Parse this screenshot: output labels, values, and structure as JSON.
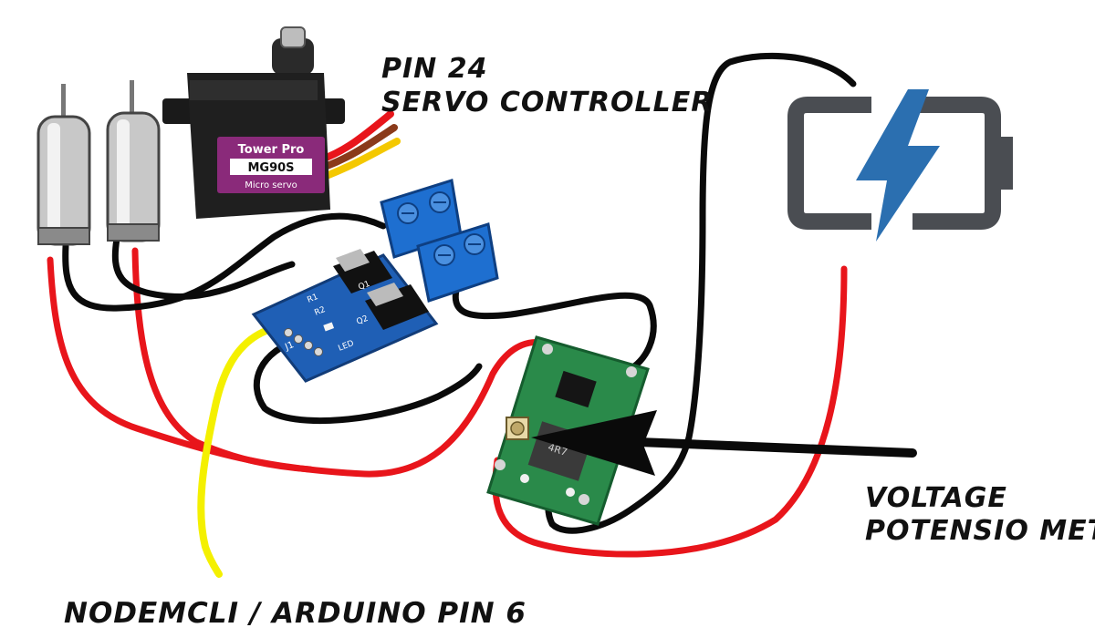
{
  "labels": {
    "servo_pin_line1": "PIN 24",
    "servo_pin_line2": "SERVO CONTROLLER",
    "pot_line1": "VOLTAGE",
    "pot_line2": "POTENSIO METER",
    "mcu": "NODEMCLI / ARDUINO PIN 6"
  },
  "servo": {
    "brand": "Tower Pro",
    "model": "MG90S",
    "subtitle": "Micro servo"
  },
  "mosfet_board": {
    "q1": "Q1",
    "q2": "Q2",
    "j1": "J1",
    "led": "LED",
    "r1": "R1",
    "r2": "R2"
  },
  "buck_board": {
    "chip_mark": "4R7"
  },
  "colors": {
    "wire_red": "#e8151b",
    "wire_black": "#0a0a0a",
    "wire_yellow": "#f4f000",
    "pcb_blue": "#1f5fb5",
    "pcb_green": "#2a8a4a",
    "terminal_blue": "#1e6fd0",
    "battery_outline": "#4a4d52",
    "battery_bolt": "#2b6fb0",
    "servo_body": "#1a1a1a",
    "servo_label": "#8a2a7a"
  },
  "icons": [
    "battery-icon",
    "lightning-bolt-icon",
    "arrow-icon",
    "motor-icon",
    "servo-icon"
  ]
}
